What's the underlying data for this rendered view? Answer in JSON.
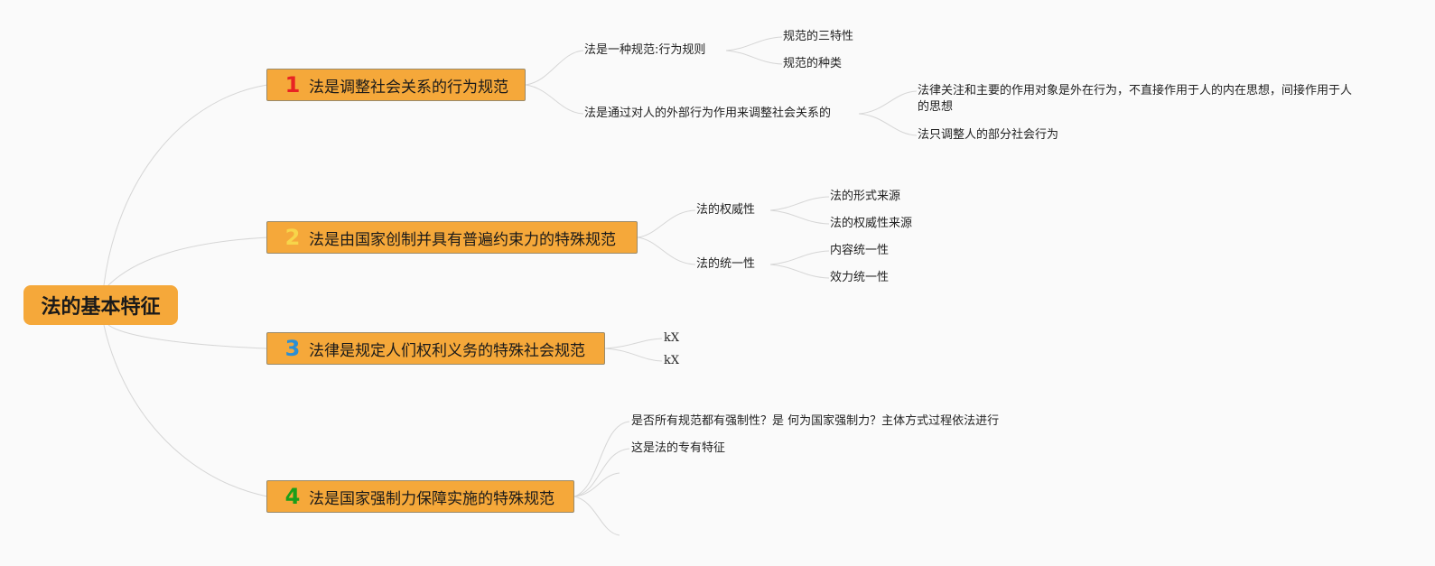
{
  "root": {
    "label": "法的基本特征"
  },
  "branches": [
    {
      "num": "1",
      "label": "法是调整社会关系的行为规范",
      "children": [
        {
          "label": "法是一种规范:行为规则",
          "leaves": [
            "规范的三特性",
            "规范的种类"
          ]
        },
        {
          "label": "法是通过对人的外部行为作用来调整社会关系的",
          "leaves": [
            "法律关注和主要的作用对象是外在行为，不直接作用于人的内在思想，间接作用于人的思想",
            "法只调整人的部分社会行为"
          ]
        }
      ]
    },
    {
      "num": "2",
      "label": "法是由国家创制并具有普遍约束力的特殊规范",
      "children": [
        {
          "label": "法的权威性",
          "leaves": [
            "法的形式来源",
            "法的权威性来源"
          ]
        },
        {
          "label": "法的统一性",
          "leaves": [
            "内容统一性",
            "效力统一性"
          ]
        }
      ]
    },
    {
      "num": "3",
      "label": "法律是规定人们权利义务的特殊社会规范",
      "children": [
        {
          "label": "kX"
        },
        {
          "label": "kX"
        }
      ]
    },
    {
      "num": "4",
      "label": "法是国家强制力保障实施的特殊规范",
      "children": [
        {
          "label": "是否所有规范都有强制性？是 何为国家强制力？主体方式过程依法进行"
        },
        {
          "label": "这是法的专有特征"
        },
        {
          "label": ""
        },
        {
          "label": ""
        }
      ]
    }
  ]
}
